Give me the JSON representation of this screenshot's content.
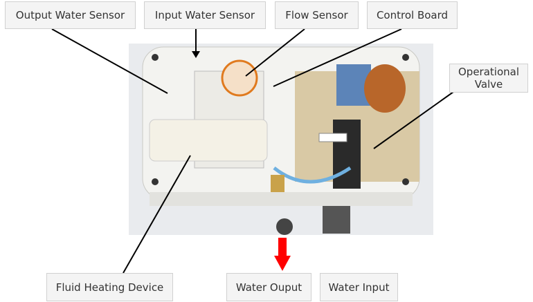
{
  "labels": {
    "output_water_sensor": "Output Water Sensor",
    "input_water_sensor": "Input Water Sensor",
    "flow_sensor": "Flow Sensor",
    "control_board": "Control Board",
    "operational_valve": "Operational Valve",
    "fluid_heating_device": "Fluid Heating Device",
    "water_output": "Water Ouput",
    "water_input": "Water Input"
  },
  "colors": {
    "arrow": "#ff0000",
    "leader_line": "#000000"
  }
}
